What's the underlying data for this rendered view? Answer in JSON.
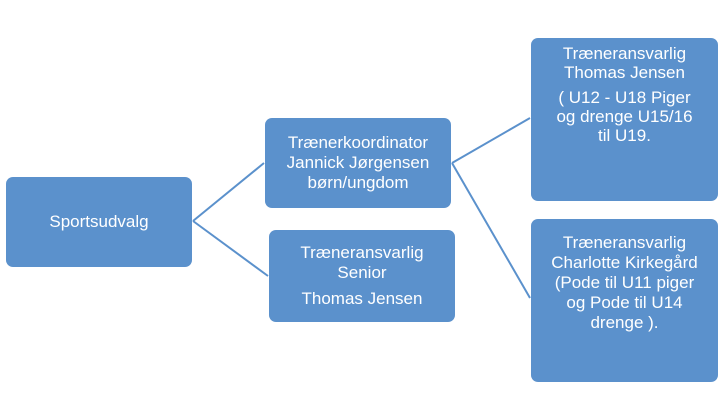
{
  "colors": {
    "box_fill": "#5b91cc",
    "connector": "#5b91cc",
    "text": "#ffffff",
    "background": "#ffffff"
  },
  "nodes": {
    "root": {
      "lines": [
        "Sportsudvalg"
      ]
    },
    "coordinator": {
      "lines": [
        "Trænerkoordinator",
        "Jannick  Jørgensen",
        "børn/ungdom"
      ]
    },
    "senior": {
      "lines": [
        "Træneransvarlig",
        "Senior",
        "Thomas  Jensen"
      ]
    },
    "youth": {
      "lines": [
        "Træneransvarlig",
        "Thomas  Jensen",
        "( U12   - U18 Piger",
        "og  drenge  U15/16",
        "til U19."
      ]
    },
    "children": {
      "lines": [
        "Træneransvarlig",
        "Charlotte Kirkegård",
        "(Pode  til U11 piger",
        "og Pode til U14",
        "drenge  )."
      ]
    }
  }
}
